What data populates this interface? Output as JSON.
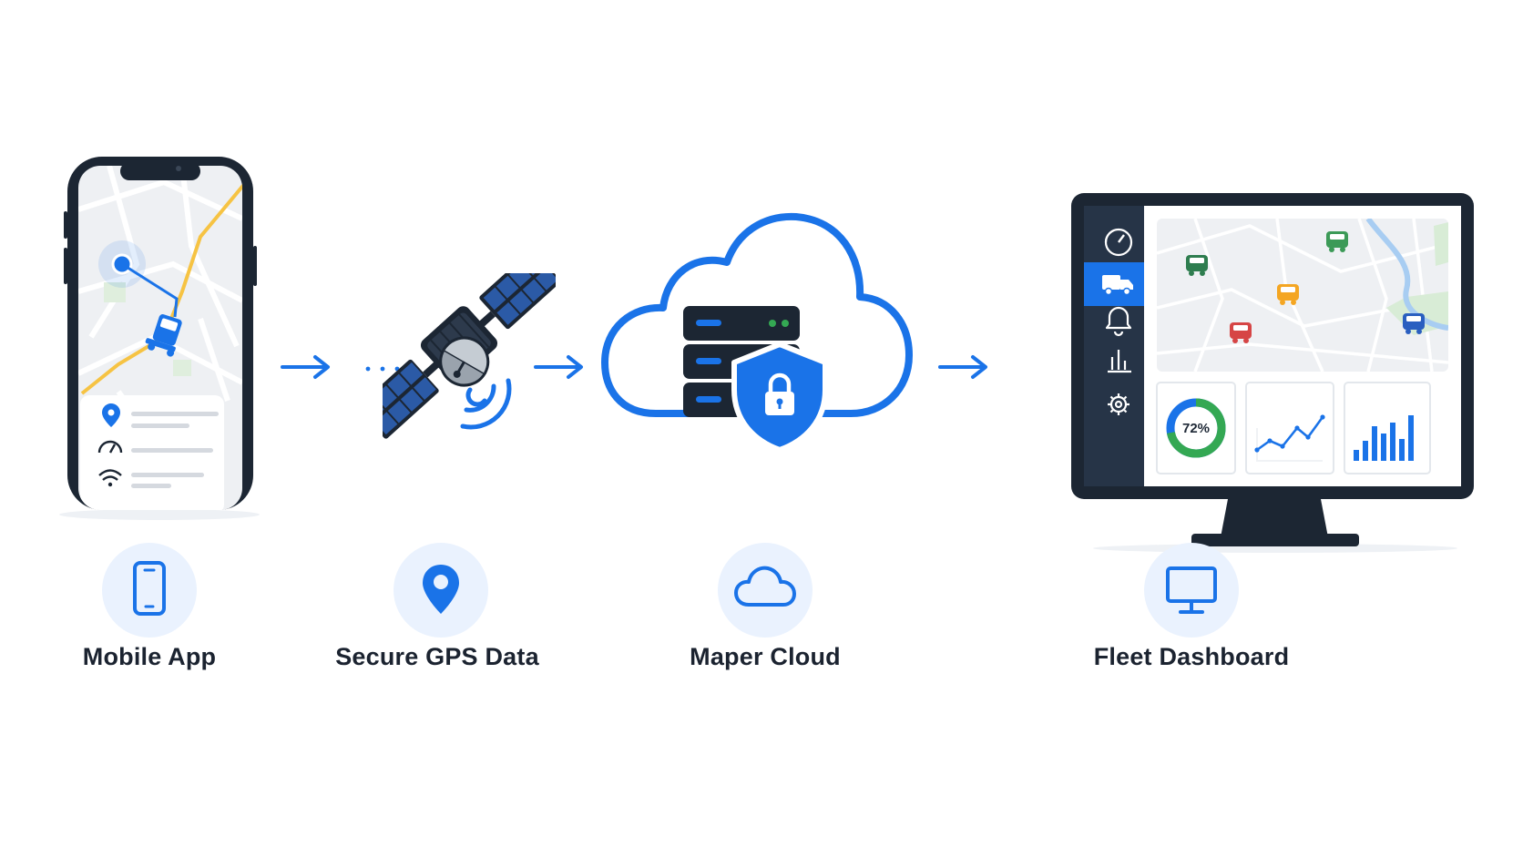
{
  "steps": [
    {
      "label": "Mobile App",
      "icon": "smartphone-icon"
    },
    {
      "label": "Secure GPS Data",
      "icon": "location-pin-icon"
    },
    {
      "label": "Maper Cloud",
      "icon": "cloud-icon"
    },
    {
      "label": "Fleet Dashboard",
      "icon": "monitor-icon"
    }
  ],
  "dashboard": {
    "donut_percent": 72,
    "donut_label": "72%",
    "sidebar_icons": [
      "speedometer-icon",
      "truck-icon",
      "bell-icon",
      "bar-chart-icon",
      "gear-icon"
    ]
  },
  "colors": {
    "accent_blue": "#1a73e8",
    "dark_navy": "#1c2633",
    "icon_bg": "#eaf2fe",
    "route_yellow": "#f6c343",
    "donut_green": "#34a853"
  }
}
